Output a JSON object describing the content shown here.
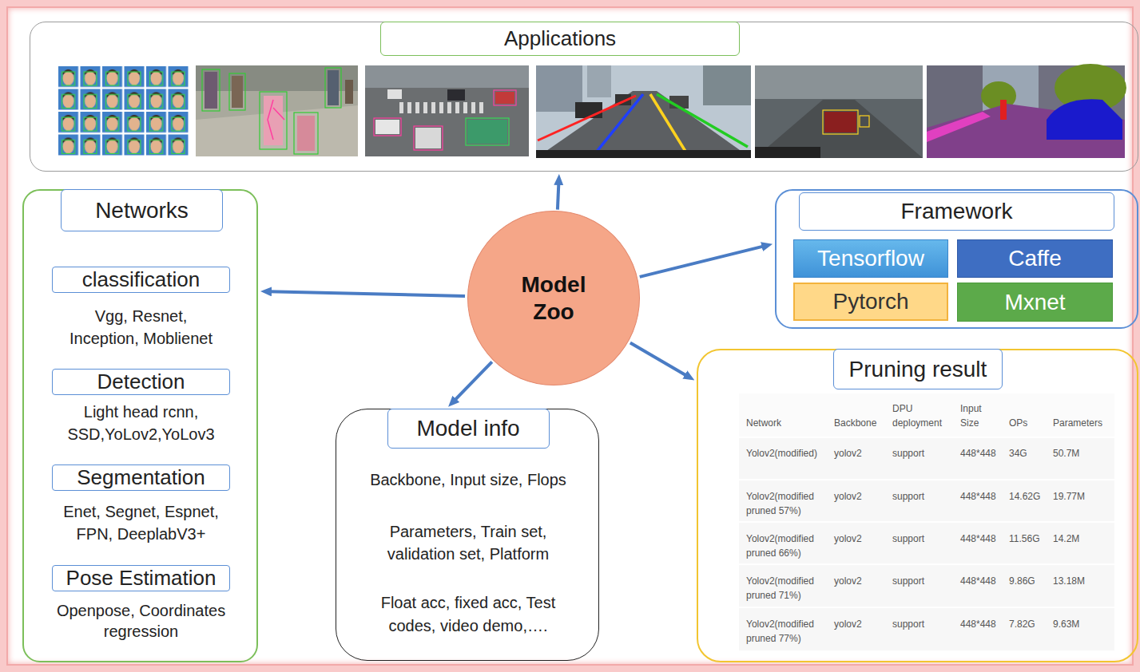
{
  "diagram": {
    "nodes": [
      {
        "text": [
          "Applications"
        ]
      },
      {
        "text": [
          "Networks"
        ]
      },
      {
        "text": [
          "classification",
          "Vgg, Resnet, Inception, Moblienet"
        ],
        "in": 1
      },
      {
        "text": [
          "Detection",
          "Light head rcnn, SSD,YoLov2,YoLov3"
        ],
        "in": 1
      },
      {
        "text": [
          "Segmentation",
          "Enet, Segnet, Espnet, FPN, DeeplabV3+"
        ],
        "in": 1
      },
      {
        "text": [
          "Pose Estimation",
          "Openpose, Coordinates regression"
        ],
        "in": 1
      },
      {
        "text": [
          "Model Zoo"
        ]
      },
      {
        "text": [
          "Framework"
        ]
      },
      {
        "text": [
          "Tensorflow"
        ],
        "in": 7
      },
      {
        "text": [
          "Caffe"
        ],
        "in": 7
      },
      {
        "text": [
          "Pytorch"
        ],
        "in": 7
      },
      {
        "text": [
          "Mxnet"
        ],
        "in": 7
      },
      {
        "text": [
          "Model info",
          "Backbone, Input size, Flops",
          "Parameters, Train set, validation set, Platform",
          "Float acc, fixed acc, Test codes, video demo,…."
        ]
      },
      {
        "text": [
          "Pruning result"
        ]
      }
    ],
    "edges": [
      {
        "from": 6,
        "to": 0,
        "arrow": "to"
      },
      {
        "from": 6,
        "to": 1,
        "arrow": "to"
      },
      {
        "from": 6,
        "to": 7,
        "arrow": "to"
      },
      {
        "from": 6,
        "to": 12,
        "arrow": "to"
      },
      {
        "from": 6,
        "to": 13,
        "arrow": "to"
      }
    ],
    "labels": [
      "Network",
      "Backbone",
      "DPU deployment",
      "Input Size",
      "OPs",
      "Parameters",
      "Yolov2(modified)",
      "yolov2",
      "support",
      "448*448",
      "34G",
      "50.7M",
      "Yolov2(modified pruned 57%)",
      "yolov2",
      "support",
      "448*448",
      "14.62G",
      "19.77M",
      "Yolov2(modified pruned 66%)",
      "yolov2",
      "support",
      "448*448",
      "11.56G",
      "14.2M",
      "Yolov2(modified pruned 71%)",
      "yolov2",
      "support",
      "448*448",
      "9.86G",
      "13.18M",
      "Yolov2(modified pruned 77%)",
      "yolov2",
      "support",
      "448*448",
      "7.82G",
      "9.63M"
    ]
  }
}
